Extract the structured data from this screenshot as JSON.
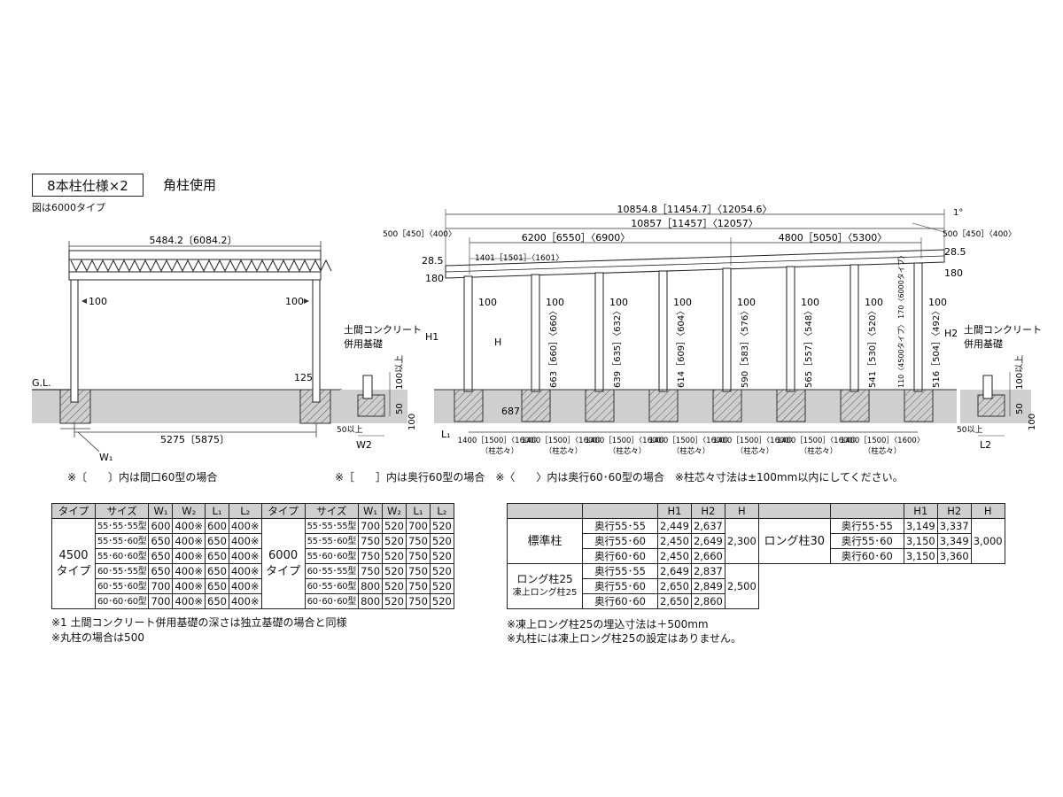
{
  "header": {
    "title": "8本柱仕様×2",
    "subtitle": "角柱使用",
    "note": "図は6000タイプ"
  },
  "front_view": {
    "top_width": "5484.2〔6084.2〕",
    "left_offset": "100",
    "right_offset": "100",
    "gl_label": "G.L.",
    "dim_125": "125",
    "bottom_width": "5275〔5875〕",
    "w1_label": "W₁",
    "note": "※〔　　〕内は間口60型の場合"
  },
  "side_view": {
    "total_top": "10854.8［11454.7］〈12054.6〉",
    "total_mid": "10857［11457］〈12057〉",
    "left_span": "6200［6550］〈6900〉",
    "right_span": "4800［5050］〈5300〉",
    "overhang_left": "500［450］〈400〉",
    "overhang_right": "500［450］〈400〉",
    "slope": "1°",
    "dim_285_left": "28.5",
    "dim_285_right": "28.5",
    "dim_180_left": "180",
    "dim_180_right": "180",
    "first_gap": "1401［1501］〈1601〉",
    "h1_label": "H1",
    "h2_label": "H2",
    "h_label": "H",
    "dim_687": "687",
    "l1_label": "L₁",
    "post_offset": "100",
    "post_heights": [
      "663［660］〈660〉",
      "639［635］〈632〉",
      "614［609］〈604〉",
      "590［583］〈576〉",
      "565［557］〈548〉",
      "541［530］〈520〉",
      "110〈4500タイプ〉 170〈6000タイプ〉",
      "516［504］〈492〉"
    ],
    "post_spacing": "1400［1500］〈1600〉",
    "post_spacing_note": "（柱芯々）",
    "note1": "※［　　］内は奥行60型の場合　※〈　　〉内は奥行60･60型の場合　※柱芯々寸法は±100mm以内にしてください。"
  },
  "detail_left": {
    "title_line1": "土間コンクリート",
    "title_line2": "併用基礎",
    "dim_100_above": "100以上",
    "dim_50": "50",
    "dim_100": "100",
    "dim_50_above": "50以上",
    "w2_label": "W2"
  },
  "detail_right": {
    "title_line1": "土間コンクリート",
    "title_line2": "併用基礎",
    "dim_100_above": "100以上",
    "dim_50": "50",
    "dim_100": "100",
    "dim_50_above": "50以上",
    "l2_label": "L2"
  },
  "table_size": {
    "headers": [
      "タイプ",
      "サイズ",
      "W₁",
      "W₂",
      "L₁",
      "L₂",
      "タイプ",
      "サイズ",
      "W₁",
      "W₂",
      "L₁",
      "L₂"
    ],
    "type_4500": "4500タイプ",
    "type_6000": "6000タイプ",
    "rows": [
      [
        "55･55･55型",
        "600",
        "400※",
        "600",
        "400※",
        "55･55･55型",
        "700",
        "520",
        "700",
        "520"
      ],
      [
        "55･55･60型",
        "650",
        "400※",
        "650",
        "400※",
        "55･55･60型",
        "750",
        "520",
        "750",
        "520"
      ],
      [
        "55･60･60型",
        "650",
        "400※",
        "650",
        "400※",
        "55･60･60型",
        "750",
        "520",
        "750",
        "520"
      ],
      [
        "60･55･55型",
        "650",
        "400※",
        "650",
        "400※",
        "60･55･55型",
        "750",
        "520",
        "750",
        "520"
      ],
      [
        "60･55･60型",
        "700",
        "400※",
        "650",
        "400※",
        "60･55･60型",
        "800",
        "520",
        "750",
        "520"
      ],
      [
        "60･60･60型",
        "700",
        "400※",
        "650",
        "400※",
        "60･60･60型",
        "800",
        "520",
        "750",
        "520"
      ]
    ],
    "note1": "※1 土間コンクリート併用基礎の深さは独立基礎の場合と同様",
    "note2": "※丸柱の場合は500"
  },
  "table_height": {
    "headers": [
      "H1",
      "H2",
      "H"
    ],
    "group_std": "標準柱",
    "group_long25_line1": "ロング柱25",
    "group_long25_line2": "凍上ロング柱25",
    "group_long30": "ロング柱30",
    "std_rows": [
      [
        "奥行55･55",
        "2,449",
        "2,637"
      ],
      [
        "奥行55･60",
        "2,450",
        "2,649"
      ],
      [
        "奥行60･60",
        "2,450",
        "2,660"
      ]
    ],
    "std_h": "2,300",
    "long25_rows": [
      [
        "奥行55･55",
        "2,649",
        "2,837"
      ],
      [
        "奥行55･60",
        "2,650",
        "2,849"
      ],
      [
        "奥行60･60",
        "2,650",
        "2,860"
      ]
    ],
    "long25_h": "2,500",
    "long30_rows": [
      [
        "奥行55･55",
        "3,149",
        "3,337"
      ],
      [
        "奥行55･60",
        "3,150",
        "3,349"
      ],
      [
        "奥行60･60",
        "3,150",
        "3,360"
      ]
    ],
    "long30_h": "3,000",
    "note1": "※凍上ロング柱25の埋込寸法は＋500mm",
    "note2": "※丸柱には凍上ロング柱25の設定はありません。"
  }
}
